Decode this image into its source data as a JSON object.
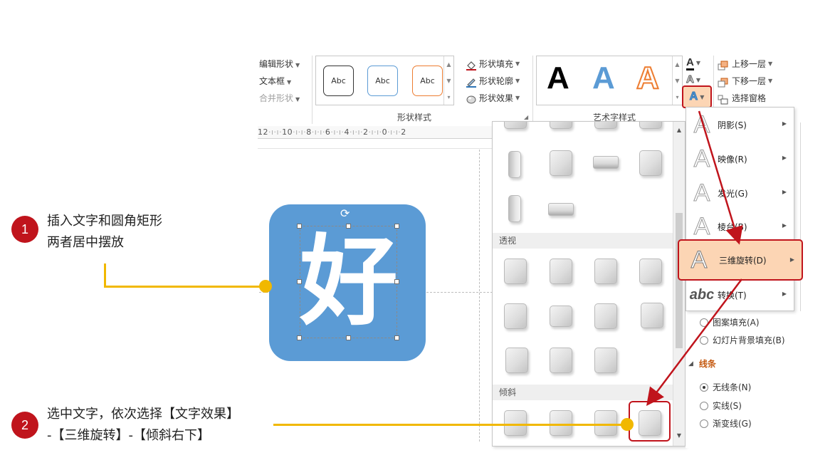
{
  "ribbon": {
    "side_commands": [
      {
        "label": "编辑形状",
        "disabled": false
      },
      {
        "label": "文本框",
        "disabled": false
      },
      {
        "label": "合并形状",
        "disabled": true
      }
    ],
    "shape_styles": {
      "group_label": "形状样式",
      "samples": [
        "Abc",
        "Abc",
        "Abc"
      ],
      "commands": [
        "形状填充",
        "形状轮廓",
        "形状效果"
      ]
    },
    "wordart_styles": {
      "group_label": "艺术字样式",
      "samples": [
        "A",
        "A",
        "A"
      ],
      "text_fill_glyph": "A",
      "text_outline_glyph": "A",
      "text_effects_glyph": "A"
    },
    "arrange": {
      "commands": [
        "上移一层",
        "下移一层",
        "选择窗格"
      ]
    }
  },
  "ruler": {
    "labels": [
      "12",
      "10",
      "8",
      "6",
      "4",
      "2",
      "0",
      "2"
    ]
  },
  "slide": {
    "tile_character": "好"
  },
  "rotation_gallery": {
    "sections": [
      "透视",
      "倾斜"
    ]
  },
  "text_effects_menu": {
    "items": [
      {
        "glyph": "A",
        "label": "阴影(S)"
      },
      {
        "glyph": "A",
        "label": "映像(R)"
      },
      {
        "glyph": "A",
        "label": "发光(G)"
      },
      {
        "glyph": "A",
        "label": "棱台(B)"
      },
      {
        "glyph": "A",
        "label": "三维旋转(D)"
      },
      {
        "glyph": "abc",
        "label": "转换(T)"
      }
    ]
  },
  "format_pane": {
    "fill_options": [
      "图案填充(A)",
      "幻灯片背景填充(B)"
    ],
    "line_heading": "线条",
    "line_options": [
      "无线条(N)",
      "实线(S)",
      "渐变线(G)"
    ]
  },
  "annotations": {
    "step1": {
      "number": "1",
      "line1": "插入文字和圆角矩形",
      "line2": "两者居中摆放"
    },
    "step2": {
      "number": "2",
      "line1": "选中文字，依次选择【文字效果】",
      "line2": "-【三维旋转】-【倾斜右下】"
    }
  },
  "colors": {
    "accent_red": "#c0141c",
    "highlight_peach": "#fcd5b4",
    "tile_blue": "#5b9bd5",
    "annotation_yellow": "#f1b800",
    "pane_heading": "#c55a11"
  }
}
